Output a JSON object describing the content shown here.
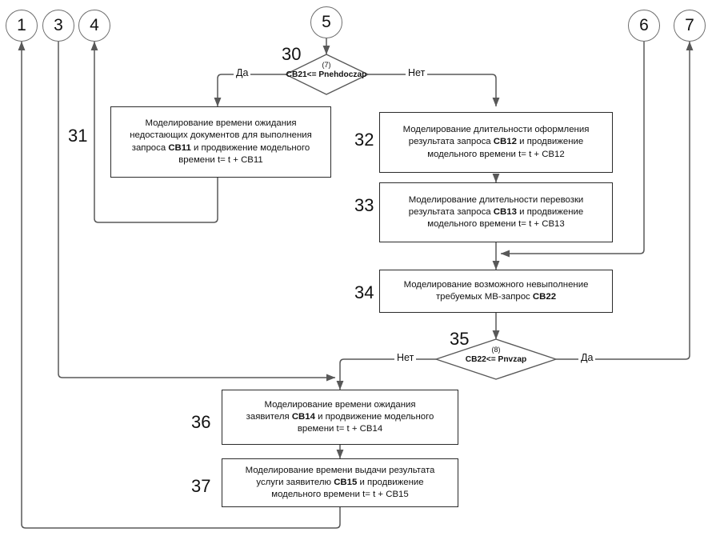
{
  "diagram": {
    "title": "Flowchart fragment: service request simulation steps 30-37",
    "colors": {
      "line": "#585858",
      "box_border": "#2b2b2b",
      "circle_border": "#6e6e6e",
      "text": "#111111",
      "background": "#ffffff"
    },
    "connectors": [
      {
        "id": "c1",
        "label": "1",
        "direction": "in"
      },
      {
        "id": "c3",
        "label": "3",
        "direction": "out"
      },
      {
        "id": "c4",
        "label": "4",
        "direction": "in"
      },
      {
        "id": "c5",
        "label": "5",
        "direction": "out"
      },
      {
        "id": "c6",
        "label": "6",
        "direction": "out"
      },
      {
        "id": "c7",
        "label": "7",
        "direction": "in"
      }
    ],
    "decisions": [
      {
        "id": "d30",
        "number": "30",
        "tag": "(7)",
        "condition": "CB21<= Pnehdoczap",
        "yes_label": "Да",
        "no_label": "Нет"
      },
      {
        "id": "d35",
        "number": "35",
        "tag": "(8)",
        "condition": "CB22<= Pnvzap",
        "yes_label": "Да",
        "no_label": "Нет"
      }
    ],
    "processes": [
      {
        "id": "p31",
        "number": "31",
        "line1": "Моделирование времени ожидания",
        "line2": "недостающих документов для выполнения",
        "line3_pre": "запроса ",
        "line3_bold": "CB11",
        "line3_post": " и продвижение модельного",
        "line4": "времени t= t + CB11"
      },
      {
        "id": "p32",
        "number": "32",
        "line1": "Моделирование длительности оформления",
        "line2_pre": "результата запроса ",
        "line2_bold": "CB12",
        "line2_post": " и продвижение",
        "line3": "модельного времени t= t + CB12"
      },
      {
        "id": "p33",
        "number": "33",
        "line1": "Моделирование длительности перевозки",
        "line2_pre": "результата запроса ",
        "line2_bold": "CB13",
        "line2_post": " и продвижение",
        "line3": "модельного времени t= t + CB13"
      },
      {
        "id": "p34",
        "number": "34",
        "line1": "Моделирование возможного невыполнение",
        "line2_pre": "требуемых МВ-запрос ",
        "line2_bold": "CB22",
        "line2_post": ""
      },
      {
        "id": "p36",
        "number": "36",
        "line1": "Моделирование времени ожидания",
        "line2_pre": "заявителя ",
        "line2_bold": "CB14",
        "line2_post": " и продвижение модельного",
        "line3": "времени t= t + CB14"
      },
      {
        "id": "p37",
        "number": "37",
        "line1": "Моделирование времени выдачи результата",
        "line2_pre": "услуги заявителю ",
        "line2_bold": "CB15",
        "line2_post": " и продвижение",
        "line3": "модельного времени t= t + CB15"
      }
    ]
  }
}
